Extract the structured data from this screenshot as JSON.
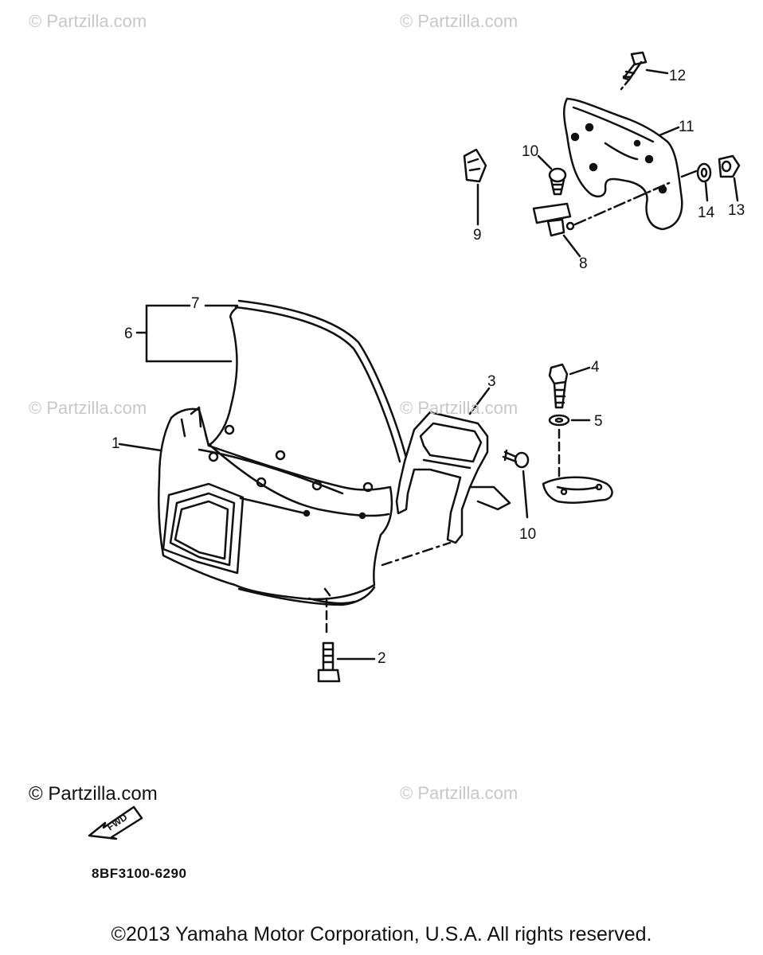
{
  "watermarks": [
    "© Partzilla.com",
    "© Partzilla.com",
    "© Partzilla.com",
    "© Partzilla.com",
    "© Partzilla.com",
    "© Partzilla.com"
  ],
  "callouts": [
    {
      "id": "c12",
      "label": "12"
    },
    {
      "id": "c11",
      "label": "11"
    },
    {
      "id": "c10a",
      "label": "10"
    },
    {
      "id": "c9",
      "label": "9"
    },
    {
      "id": "c8",
      "label": "8"
    },
    {
      "id": "c14",
      "label": "14"
    },
    {
      "id": "c13",
      "label": "13"
    },
    {
      "id": "c7",
      "label": "7"
    },
    {
      "id": "c6",
      "label": "6"
    },
    {
      "id": "c1",
      "label": "1"
    },
    {
      "id": "c3",
      "label": "3"
    },
    {
      "id": "c4",
      "label": "4"
    },
    {
      "id": "c5",
      "label": "5"
    },
    {
      "id": "c10b",
      "label": "10"
    },
    {
      "id": "c2",
      "label": "2"
    }
  ],
  "fwd_label": "FWD",
  "diagram_code": "8BF3100-6290",
  "copyright": "©2013  Yamaha Motor Corporation, U.S.A. All rights reserved."
}
